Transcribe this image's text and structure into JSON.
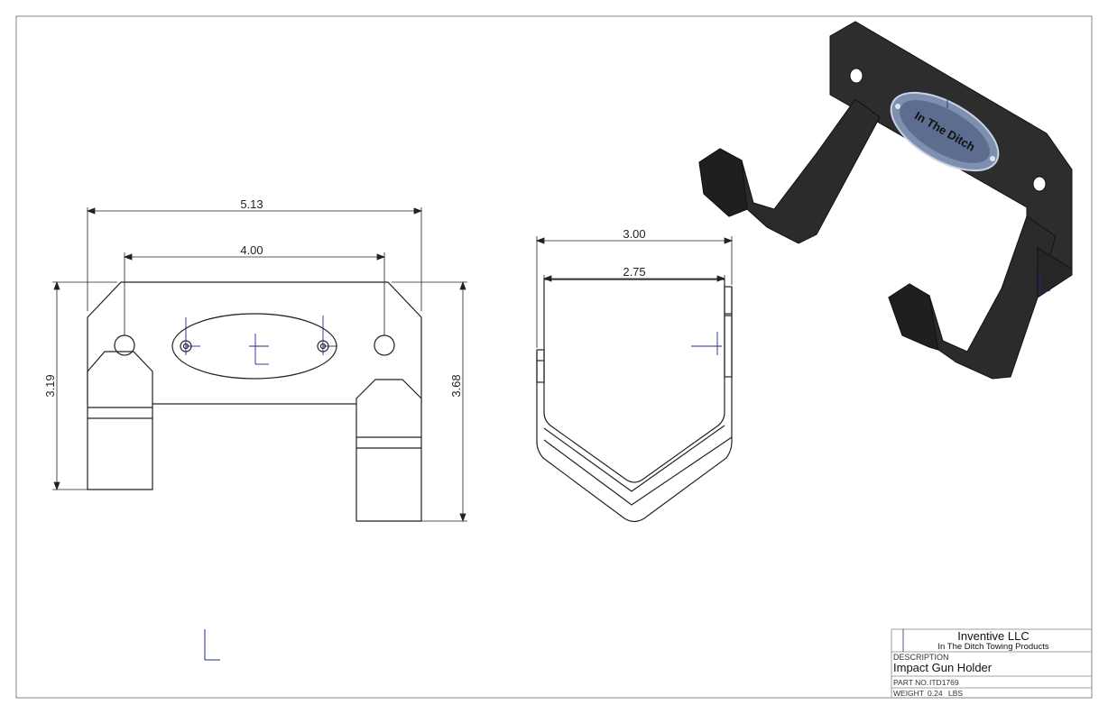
{
  "dimensions": {
    "front_overall_width": "5.13",
    "front_hole_spacing": "4.00",
    "front_left_height": "3.19",
    "front_right_height": "3.68",
    "side_outer_width": "3.00",
    "side_inner_width": "2.75"
  },
  "title_block": {
    "company": "Inventive LLC",
    "subtitle": "In The Ditch Towing Products",
    "description_label": "DESCRIPTION",
    "description": "Impact Gun Holder",
    "part_no_label": "PART NO.",
    "part_no": "ITD1769",
    "weight_label": "WEIGHT",
    "weight_value": "0.24",
    "weight_unit": "LBS"
  },
  "badge_text": "In The Ditch",
  "colors": {
    "line": "#222222",
    "axis": "#1e2a8a",
    "part_fill": "#2b2b2b",
    "badge": "#7e8fb0"
  }
}
